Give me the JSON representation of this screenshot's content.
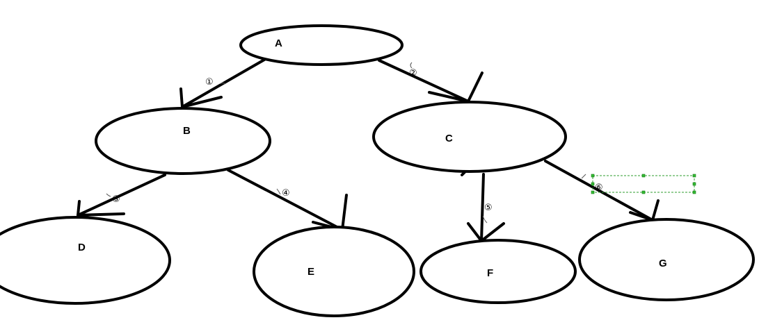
{
  "diagram": {
    "nodes": [
      {
        "id": "A",
        "label": "A"
      },
      {
        "id": "B",
        "label": "B"
      },
      {
        "id": "C",
        "label": "C"
      },
      {
        "id": "D",
        "label": "D"
      },
      {
        "id": "E",
        "label": "E"
      },
      {
        "id": "F",
        "label": "F"
      },
      {
        "id": "G",
        "label": "G"
      }
    ],
    "edges": [
      {
        "from": "A",
        "to": "B",
        "label": "①"
      },
      {
        "from": "A",
        "to": "C",
        "label": "②"
      },
      {
        "from": "B",
        "to": "D",
        "label": "③"
      },
      {
        "from": "B",
        "to": "E",
        "label": "④"
      },
      {
        "from": "C",
        "to": "F",
        "label": "⑤"
      },
      {
        "from": "C",
        "to": "G",
        "label": "⑥"
      }
    ],
    "colors": {
      "stroke": "#000000",
      "selection": "#2e9e2e"
    }
  }
}
